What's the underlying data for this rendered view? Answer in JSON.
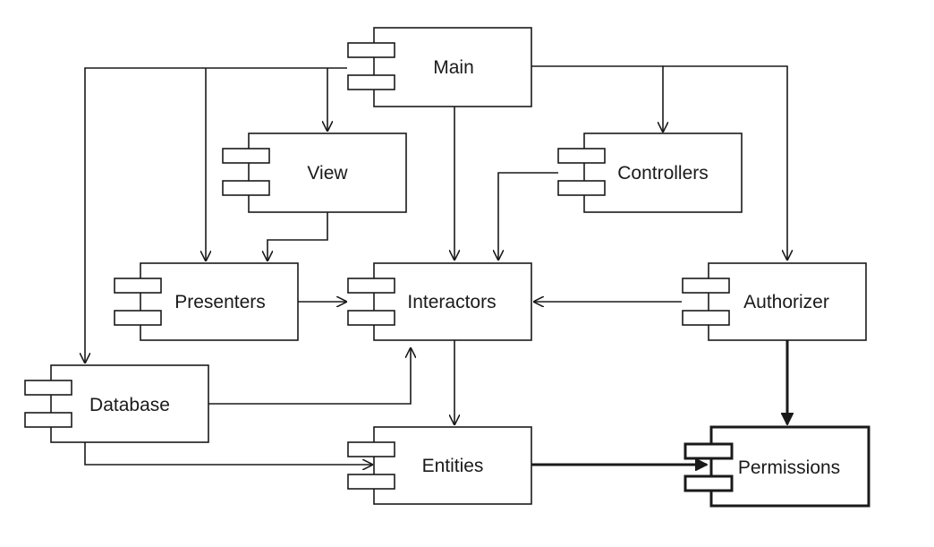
{
  "components": {
    "main": "Main",
    "view": "View",
    "controllers": "Controllers",
    "presenters": "Presenters",
    "interactors": "Interactors",
    "authorizer": "Authorizer",
    "database": "Database",
    "entities": "Entities",
    "permissions": "Permissions"
  },
  "dependencies": [
    {
      "from": "Main",
      "to": "Database"
    },
    {
      "from": "Main",
      "to": "Presenters"
    },
    {
      "from": "Main",
      "to": "View"
    },
    {
      "from": "Main",
      "to": "Interactors"
    },
    {
      "from": "Main",
      "to": "Controllers"
    },
    {
      "from": "Main",
      "to": "Authorizer"
    },
    {
      "from": "View",
      "to": "Presenters"
    },
    {
      "from": "Controllers",
      "to": "Interactors"
    },
    {
      "from": "Presenters",
      "to": "Interactors"
    },
    {
      "from": "Authorizer",
      "to": "Interactors"
    },
    {
      "from": "Database",
      "to": "Interactors"
    },
    {
      "from": "Interactors",
      "to": "Entities"
    },
    {
      "from": "Database",
      "to": "Entities"
    },
    {
      "from": "Entities",
      "to": "Permissions",
      "emphasis": "bold"
    },
    {
      "from": "Authorizer",
      "to": "Permissions",
      "emphasis": "bold"
    }
  ]
}
